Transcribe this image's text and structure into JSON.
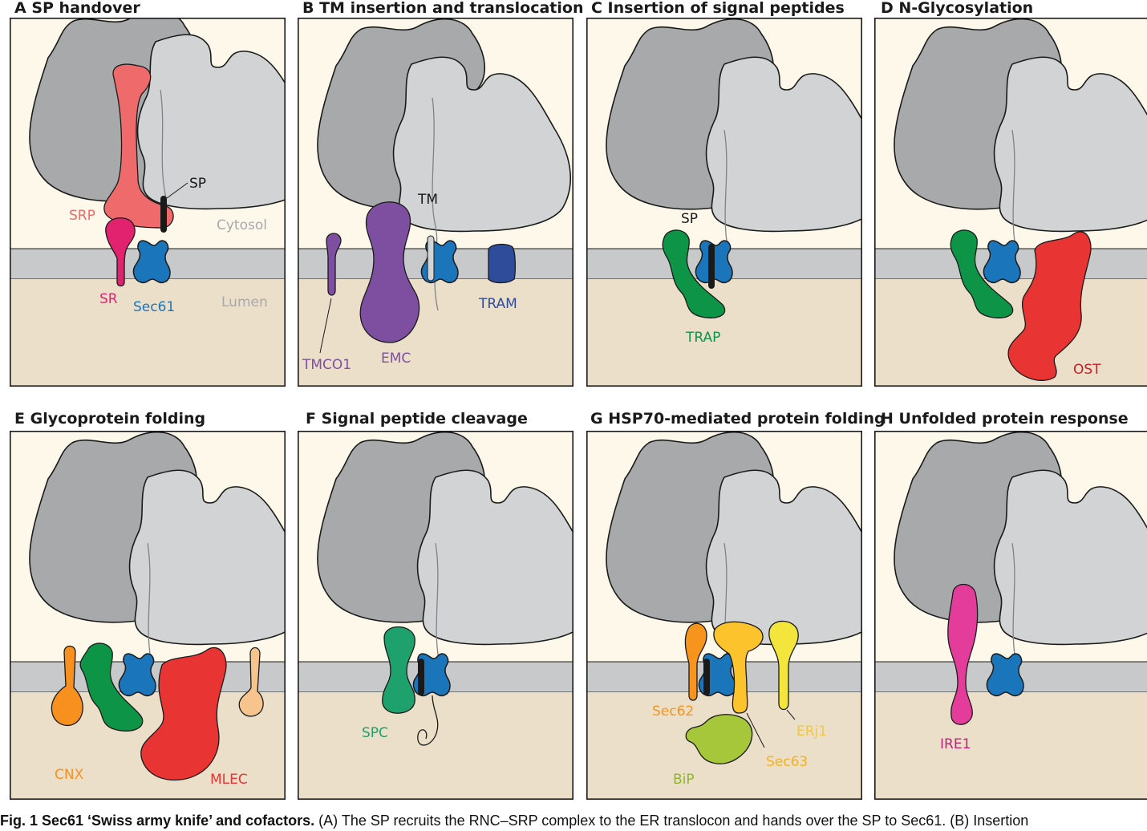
{
  "panels": [
    {
      "title": "A  SP handover",
      "labels": {
        "srp": "SRP",
        "sp": "SP",
        "cytosol": "Cytosol",
        "sr": "SR",
        "sec61": "Sec61",
        "lumen": "Lumen"
      }
    },
    {
      "title": "B TM insertion and translocation",
      "labels": {
        "tm": "TM",
        "tmco1": "TMCO1",
        "emc": "EMC",
        "tram": "TRAM"
      }
    },
    {
      "title": "C  Insertion of signal peptides",
      "labels": {
        "sp": "SP",
        "trap": "TRAP"
      }
    },
    {
      "title": "D  N-Glycosylation",
      "labels": {
        "ost": "OST"
      }
    },
    {
      "title": "E  Glycoprotein folding",
      "labels": {
        "cnx": "CNX",
        "mlec": "MLEC"
      }
    },
    {
      "title": "F  Signal peptide cleavage",
      "labels": {
        "spc": "SPC"
      }
    },
    {
      "title": "G HSP70-mediated protein folding",
      "labels": {
        "sec62": "Sec62",
        "erj1": "ERj1",
        "sec63": "Sec63",
        "bip": "BiP"
      }
    },
    {
      "title": "H  Unfolded protein response",
      "labels": {
        "ire1": "IRE1"
      }
    }
  ],
  "caption": {
    "bold": "Fig. 1 Sec61 ‘Swiss army knife’ and cofactors.",
    "text": " (A) The SP recruits the RNC–SRP complex to the ER translocon and hands over the SP to Sec61. (B) Insertion"
  },
  "colors": {
    "cytosol_bg": "#fdf8ea",
    "lumen_bg": "#ecdfc9",
    "membrane": "#c7c9cb",
    "ribosome_large": "#a7a9ab",
    "ribosome_small": "#d1d3d4",
    "sec61": "#1b75bb",
    "srp": "#ef6a6a",
    "sr": "#e2226f",
    "emc": "#7e4fa1",
    "tram": "#2e4c9a",
    "trap": "#0d9447",
    "ost": "#e93434",
    "cnx": "#f7901e",
    "mlec": "#f8c48e",
    "spc": "#1ea16c",
    "sec62": "#f7941e",
    "sec63": "#fcc32d",
    "erj1": "#f4e53c",
    "bip": "#a6c73a",
    "ire1": "#e43c9a"
  }
}
